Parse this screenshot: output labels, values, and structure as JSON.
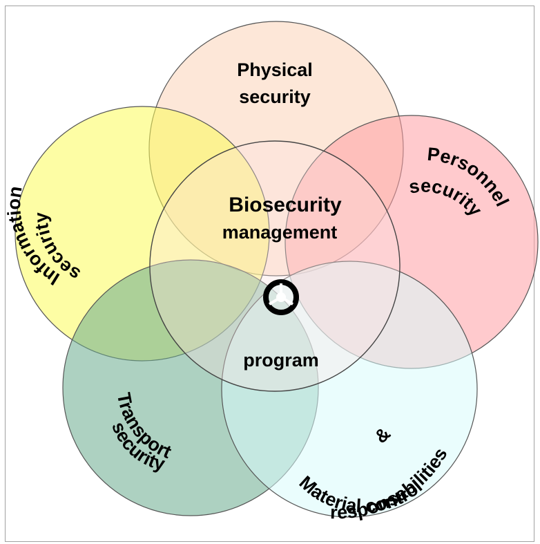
{
  "diagram": {
    "center": {
      "title": "Biosecurity",
      "subtitle": "management",
      "bottom": "program",
      "symbol": "biohazard-icon"
    },
    "circles": {
      "physical": {
        "line1": "Physical",
        "line2": "security",
        "color": "#fcd3b8"
      },
      "personnel": {
        "line1": "Personnel",
        "line2": "security",
        "color": "#ff9fa4"
      },
      "information": {
        "line1": "Information",
        "line2": "security",
        "color": "#fcfc5a"
      },
      "transport": {
        "line1": "Transport",
        "line2": "security",
        "color": "#6aab8e"
      },
      "material": {
        "line1": "Material control",
        "line2": "&",
        "line3": "responsabilities",
        "color": "#d8fbfb"
      },
      "center": {
        "color": "#fbe3e3"
      }
    }
  }
}
